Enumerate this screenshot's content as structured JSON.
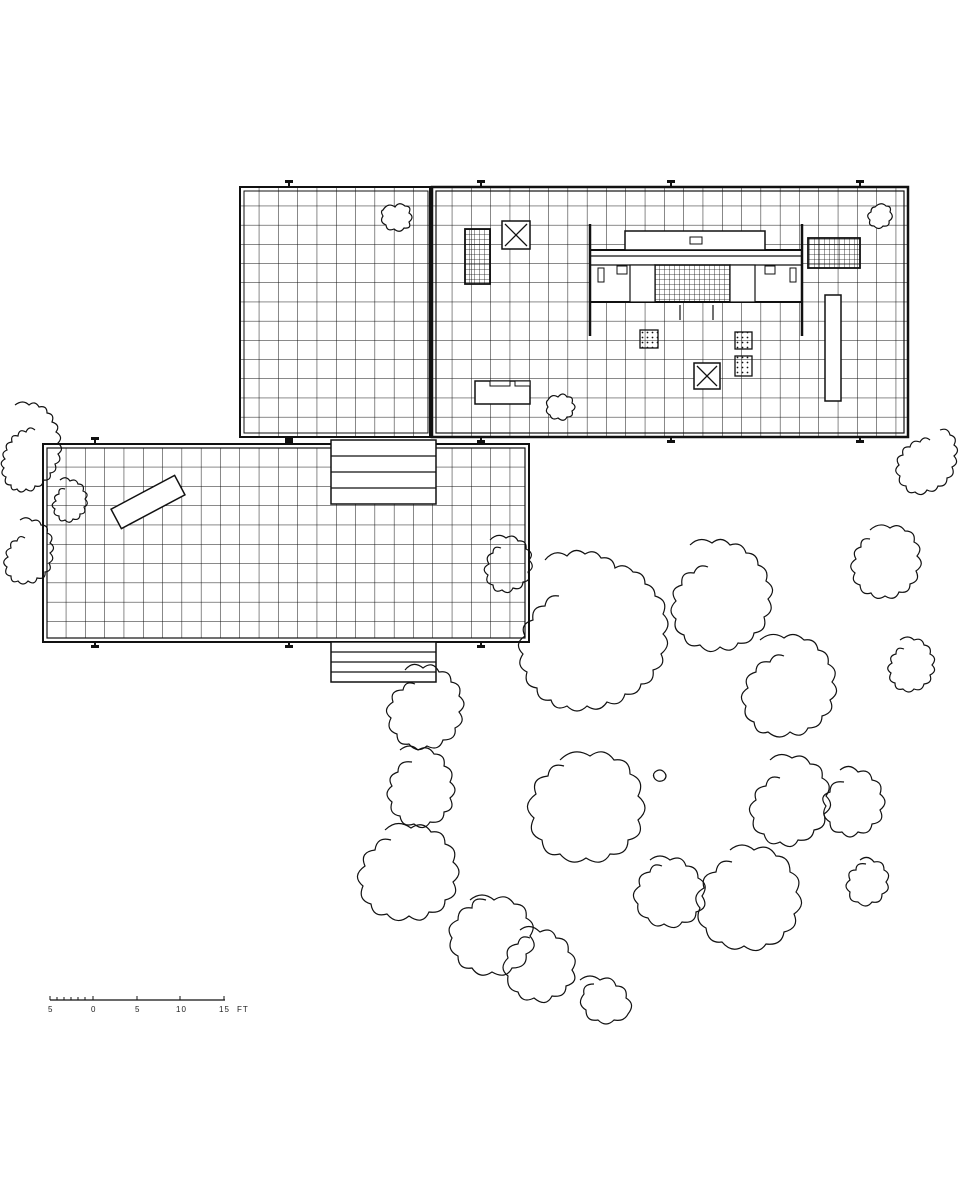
{
  "scale_bar": {
    "labels": [
      "5",
      "0",
      "5",
      "10",
      "15"
    ],
    "unit": "FT"
  }
}
